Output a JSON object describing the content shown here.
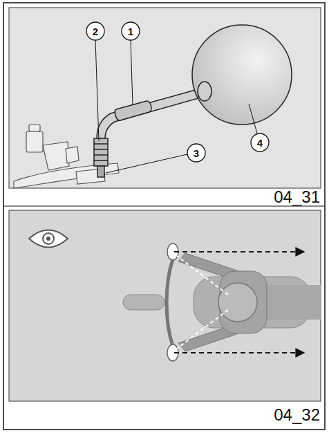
{
  "diagram": {
    "labels": [
      "2",
      "1",
      "3",
      "4",
      "04_31",
      "04_32"
    ]
  }
}
